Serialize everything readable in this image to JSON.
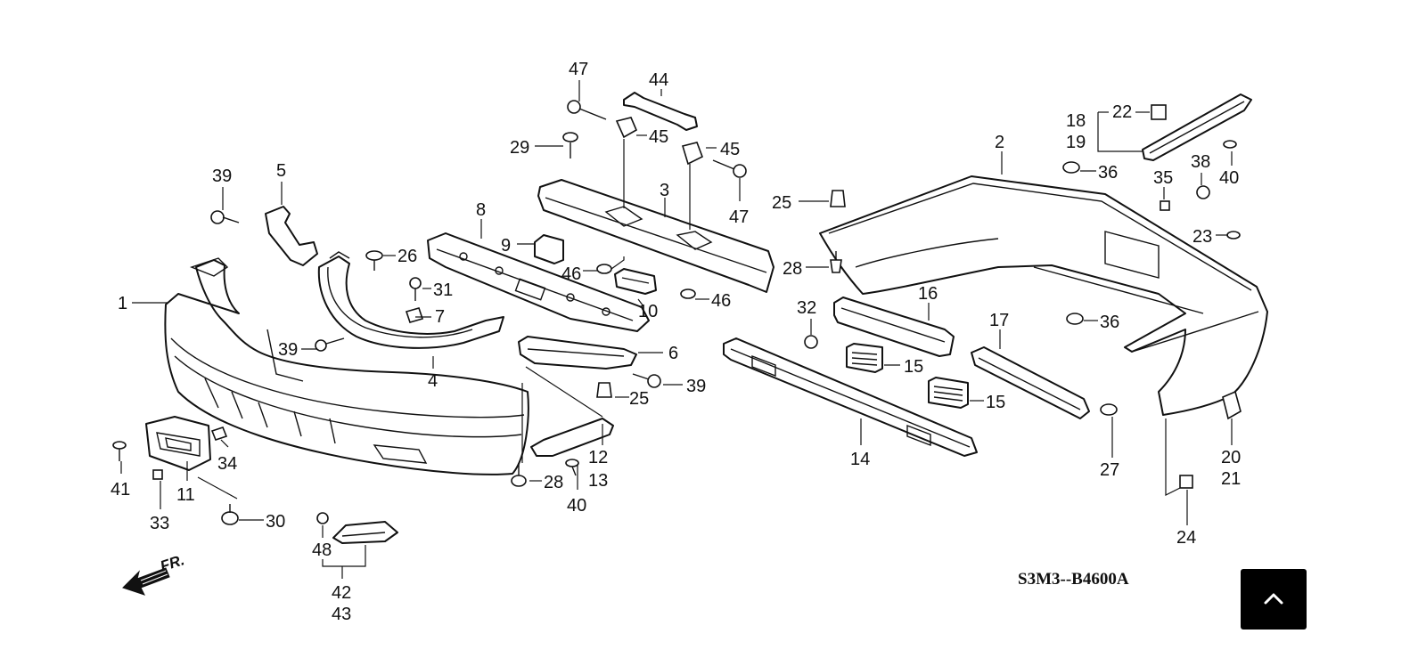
{
  "diagram": {
    "code": "S3M3--B4600A",
    "direction_label": "FR.",
    "callouts": [
      {
        "id": "c1",
        "text": "1"
      },
      {
        "id": "c2",
        "text": "2"
      },
      {
        "id": "c3",
        "text": "3"
      },
      {
        "id": "c4",
        "text": "4"
      },
      {
        "id": "c5",
        "text": "5"
      },
      {
        "id": "c6",
        "text": "6"
      },
      {
        "id": "c7",
        "text": "7"
      },
      {
        "id": "c8",
        "text": "8"
      },
      {
        "id": "c9",
        "text": "9"
      },
      {
        "id": "c10",
        "text": "10"
      },
      {
        "id": "c11",
        "text": "11"
      },
      {
        "id": "c12",
        "text": "12"
      },
      {
        "id": "c13",
        "text": "13"
      },
      {
        "id": "c14",
        "text": "14"
      },
      {
        "id": "c15a",
        "text": "15"
      },
      {
        "id": "c15b",
        "text": "15"
      },
      {
        "id": "c16",
        "text": "16"
      },
      {
        "id": "c17",
        "text": "17"
      },
      {
        "id": "c18",
        "text": "18"
      },
      {
        "id": "c19",
        "text": "19"
      },
      {
        "id": "c20",
        "text": "20"
      },
      {
        "id": "c21",
        "text": "21"
      },
      {
        "id": "c22",
        "text": "22"
      },
      {
        "id": "c23",
        "text": "23"
      },
      {
        "id": "c24",
        "text": "24"
      },
      {
        "id": "c25a",
        "text": "25"
      },
      {
        "id": "c25b",
        "text": "25"
      },
      {
        "id": "c26",
        "text": "26"
      },
      {
        "id": "c27",
        "text": "27"
      },
      {
        "id": "c28a",
        "text": "28"
      },
      {
        "id": "c28b",
        "text": "28"
      },
      {
        "id": "c29",
        "text": "29"
      },
      {
        "id": "c30",
        "text": "30"
      },
      {
        "id": "c31",
        "text": "31"
      },
      {
        "id": "c32",
        "text": "32"
      },
      {
        "id": "c33",
        "text": "33"
      },
      {
        "id": "c34",
        "text": "34"
      },
      {
        "id": "c35",
        "text": "35"
      },
      {
        "id": "c36a",
        "text": "36"
      },
      {
        "id": "c36b",
        "text": "36"
      },
      {
        "id": "c38",
        "text": "38"
      },
      {
        "id": "c39a",
        "text": "39"
      },
      {
        "id": "c39b",
        "text": "39"
      },
      {
        "id": "c39c",
        "text": "39"
      },
      {
        "id": "c40a",
        "text": "40"
      },
      {
        "id": "c40b",
        "text": "40"
      },
      {
        "id": "c41",
        "text": "41"
      },
      {
        "id": "c42",
        "text": "42"
      },
      {
        "id": "c43",
        "text": "43"
      },
      {
        "id": "c44",
        "text": "44"
      },
      {
        "id": "c45a",
        "text": "45"
      },
      {
        "id": "c45b",
        "text": "45"
      },
      {
        "id": "c46a",
        "text": "46"
      },
      {
        "id": "c46b",
        "text": "46"
      },
      {
        "id": "c47a",
        "text": "47"
      },
      {
        "id": "c47b",
        "text": "47"
      },
      {
        "id": "c48",
        "text": "48"
      }
    ]
  },
  "scroll_top_button": {
    "icon": "chevron-up-icon",
    "background": "#000000",
    "icon_color": "#ffffff"
  }
}
